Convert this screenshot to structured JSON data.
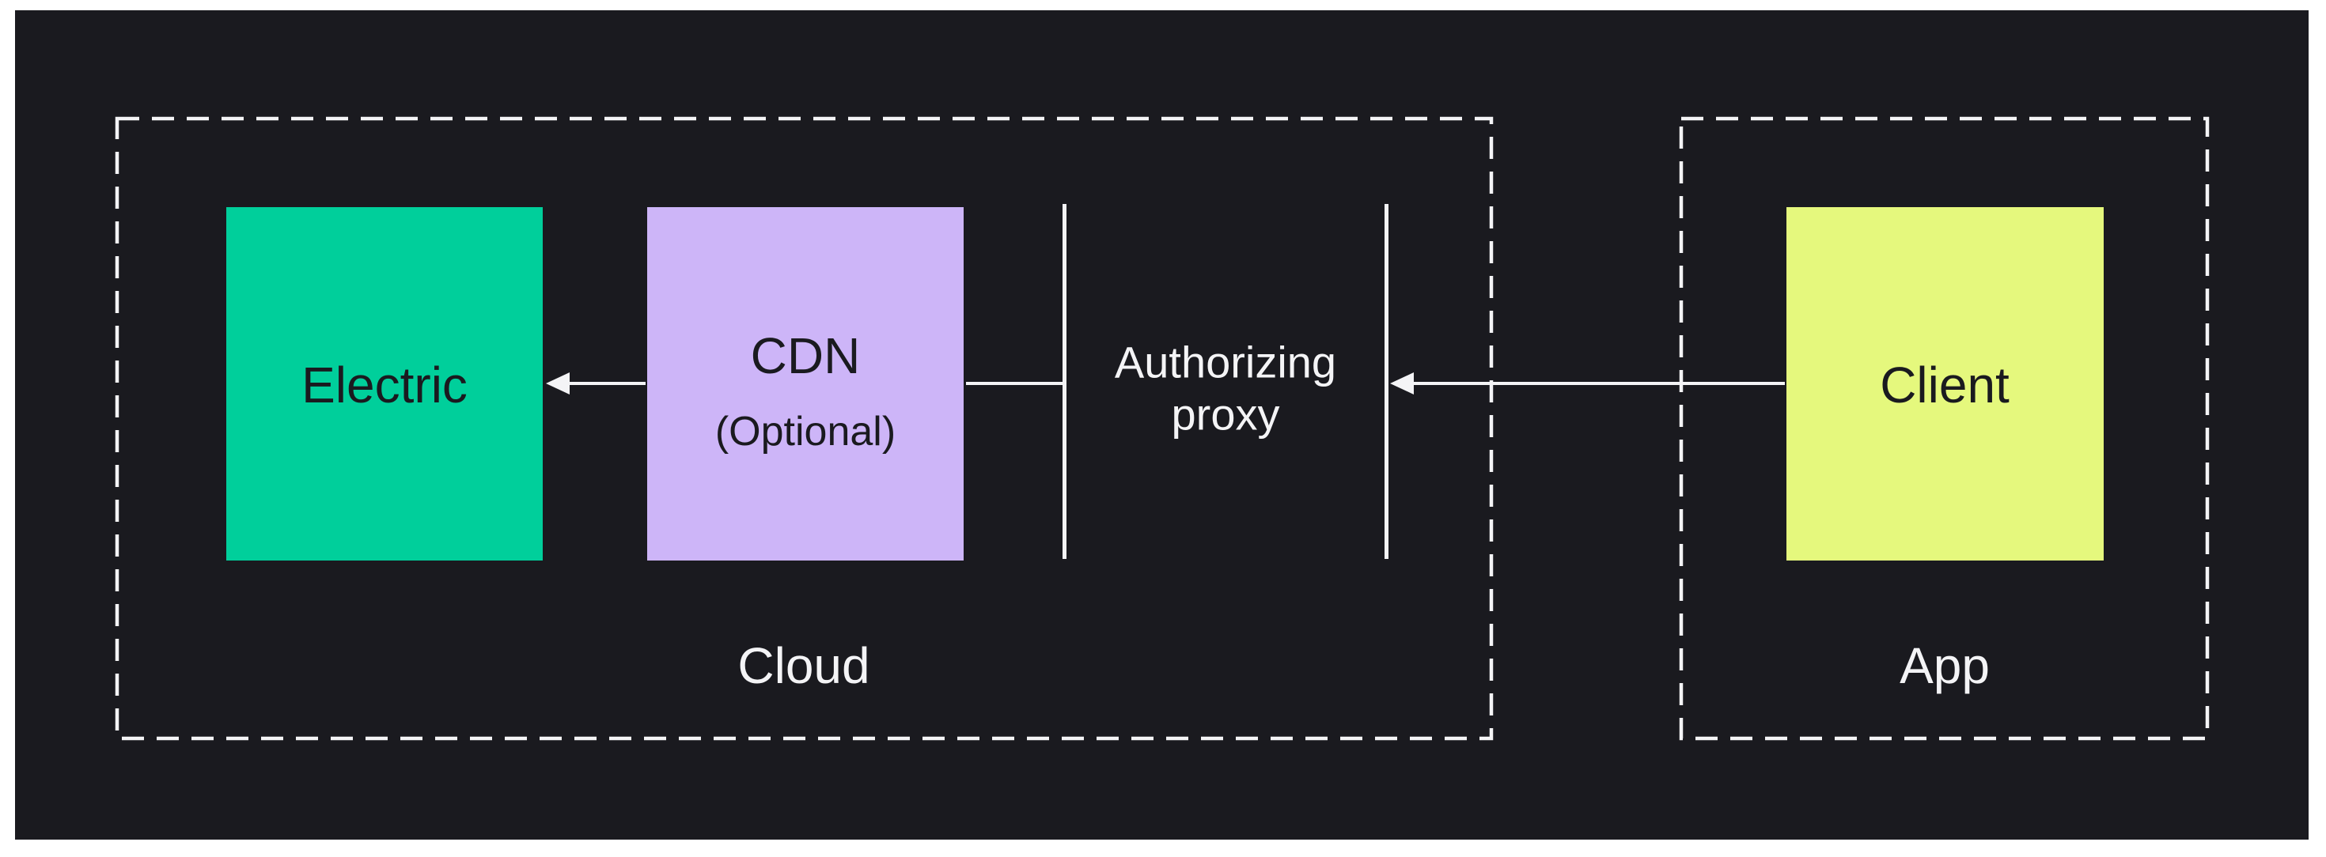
{
  "colors": {
    "background": "#FFFFFF",
    "canvas": "#1A1A1F",
    "line": "#F4F4F6",
    "electric": "#00CF9B",
    "cdn": "#CDB5F8",
    "client": "#E5F87D",
    "dark_text": "#1A1A1F"
  },
  "groups": {
    "cloud": {
      "label": "Cloud"
    },
    "app": {
      "label": "App"
    }
  },
  "nodes": {
    "electric": {
      "label": "Electric"
    },
    "cdn": {
      "label": "CDN",
      "sublabel": "(Optional)"
    },
    "client": {
      "label": "Client"
    }
  },
  "proxy": {
    "line1": "Authorizing",
    "line2": "proxy"
  },
  "edges": [
    {
      "from": "client",
      "to": "authorizing-proxy",
      "arrowhead": "at-proxy"
    },
    {
      "from": "authorizing-proxy",
      "to": "cdn",
      "arrowhead": "none"
    },
    {
      "from": "cdn",
      "to": "electric",
      "arrowhead": "at-electric"
    }
  ]
}
